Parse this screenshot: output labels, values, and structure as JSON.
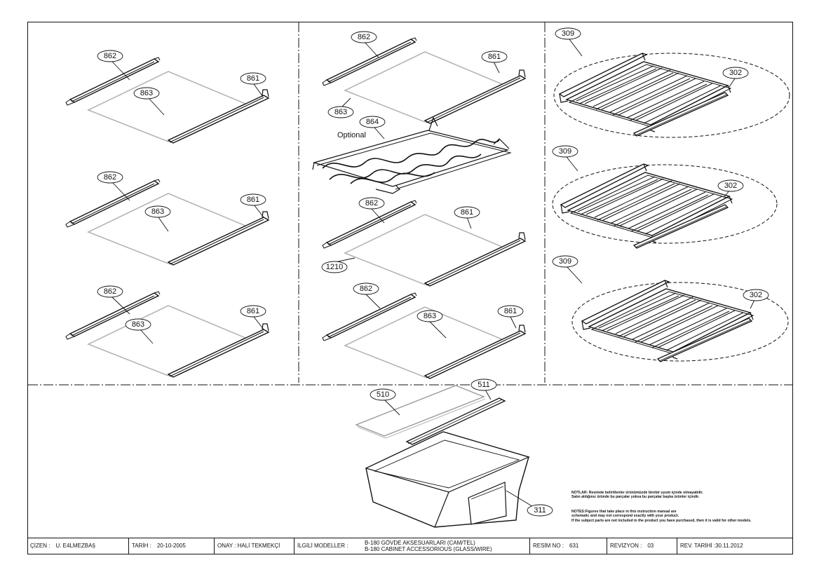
{
  "callouts": {
    "c862a": "862",
    "c863a": "863",
    "c861a": "861",
    "c862b": "862",
    "c863b": "863",
    "c861b": "861",
    "c862c": "862",
    "c863c": "863",
    "c861c": "861",
    "c862d": "862",
    "c861d": "861",
    "c863d": "863",
    "c864": "864",
    "optional": "Optional",
    "c862e": "862",
    "c861e": "861",
    "c1210": "1210",
    "c862f": "862",
    "c863f": "863",
    "c861f": "861",
    "c309a": "309",
    "c302a": "302",
    "c309b": "309",
    "c302b": "302",
    "c309c": "309",
    "c302c": "302",
    "c510": "510",
    "c511": "511",
    "c311": "311"
  },
  "notes": {
    "tr_line1": "NOTLAR: Resimde belirtilenler ürünümüzde birebir uyum içinde olmayabilir.",
    "tr_line2": "Satın aldığınız üründe bu parçalar yoksa bu parçalar başka ürünler içindir.",
    "en_line1": "NOTES:Figures that take place in this instruction manual are",
    "en_line2": "schematic and may not correspond exactly with your product.",
    "en_line3": "If the subject parts are not included in the product you have purchased, then it is valid for other models."
  },
  "title_block": {
    "drawn_label": "ÇİZEN :",
    "drawn_value": "U. E4LMEZBA§",
    "date_label": "TARİH :",
    "date_value": "20-10-2005",
    "approved": "ONAY : HALİ TEKMEKÇİ",
    "models_label": "İLGİLİ MODELLER :",
    "desc_line1": "B-180 GÖVDE AKSESUARLARI (CAM/TEL)",
    "desc_line2": "B-180 CABINET ACCESSORIOUS (GLASS/WIRE)",
    "drawing_no_label": "RESİM NO :",
    "drawing_no_value": "631",
    "revision_label": "REVİZYON :",
    "revision_value": "03",
    "rev_date": "REV. TARİHİ :30.11.2012"
  }
}
